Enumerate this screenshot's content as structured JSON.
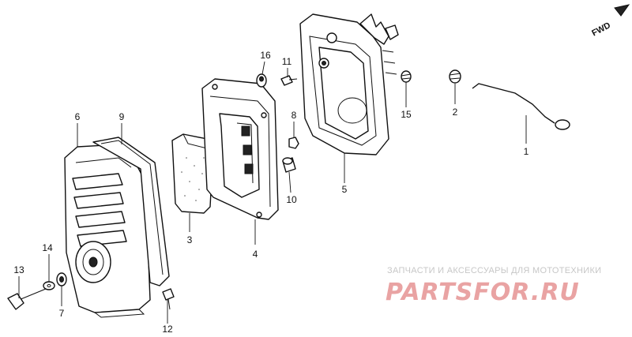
{
  "fwd_label": "FWD",
  "callouts": {
    "c1": "1",
    "c2": "2",
    "c3": "3",
    "c4": "4",
    "c5": "5",
    "c6": "6",
    "c7": "7",
    "c8": "8",
    "c9": "9",
    "c10": "10",
    "c11": "11",
    "c12": "12",
    "c13": "13",
    "c14": "14",
    "c15": "15",
    "c16": "16"
  },
  "watermark": {
    "tagline": "ЗАПЧАСТИ И АКСЕССУАРЫ ДЛЯ МОТОТЕХНИКИ",
    "brand": "PARTSFOR.RU",
    "color": "#e9a3a3"
  }
}
